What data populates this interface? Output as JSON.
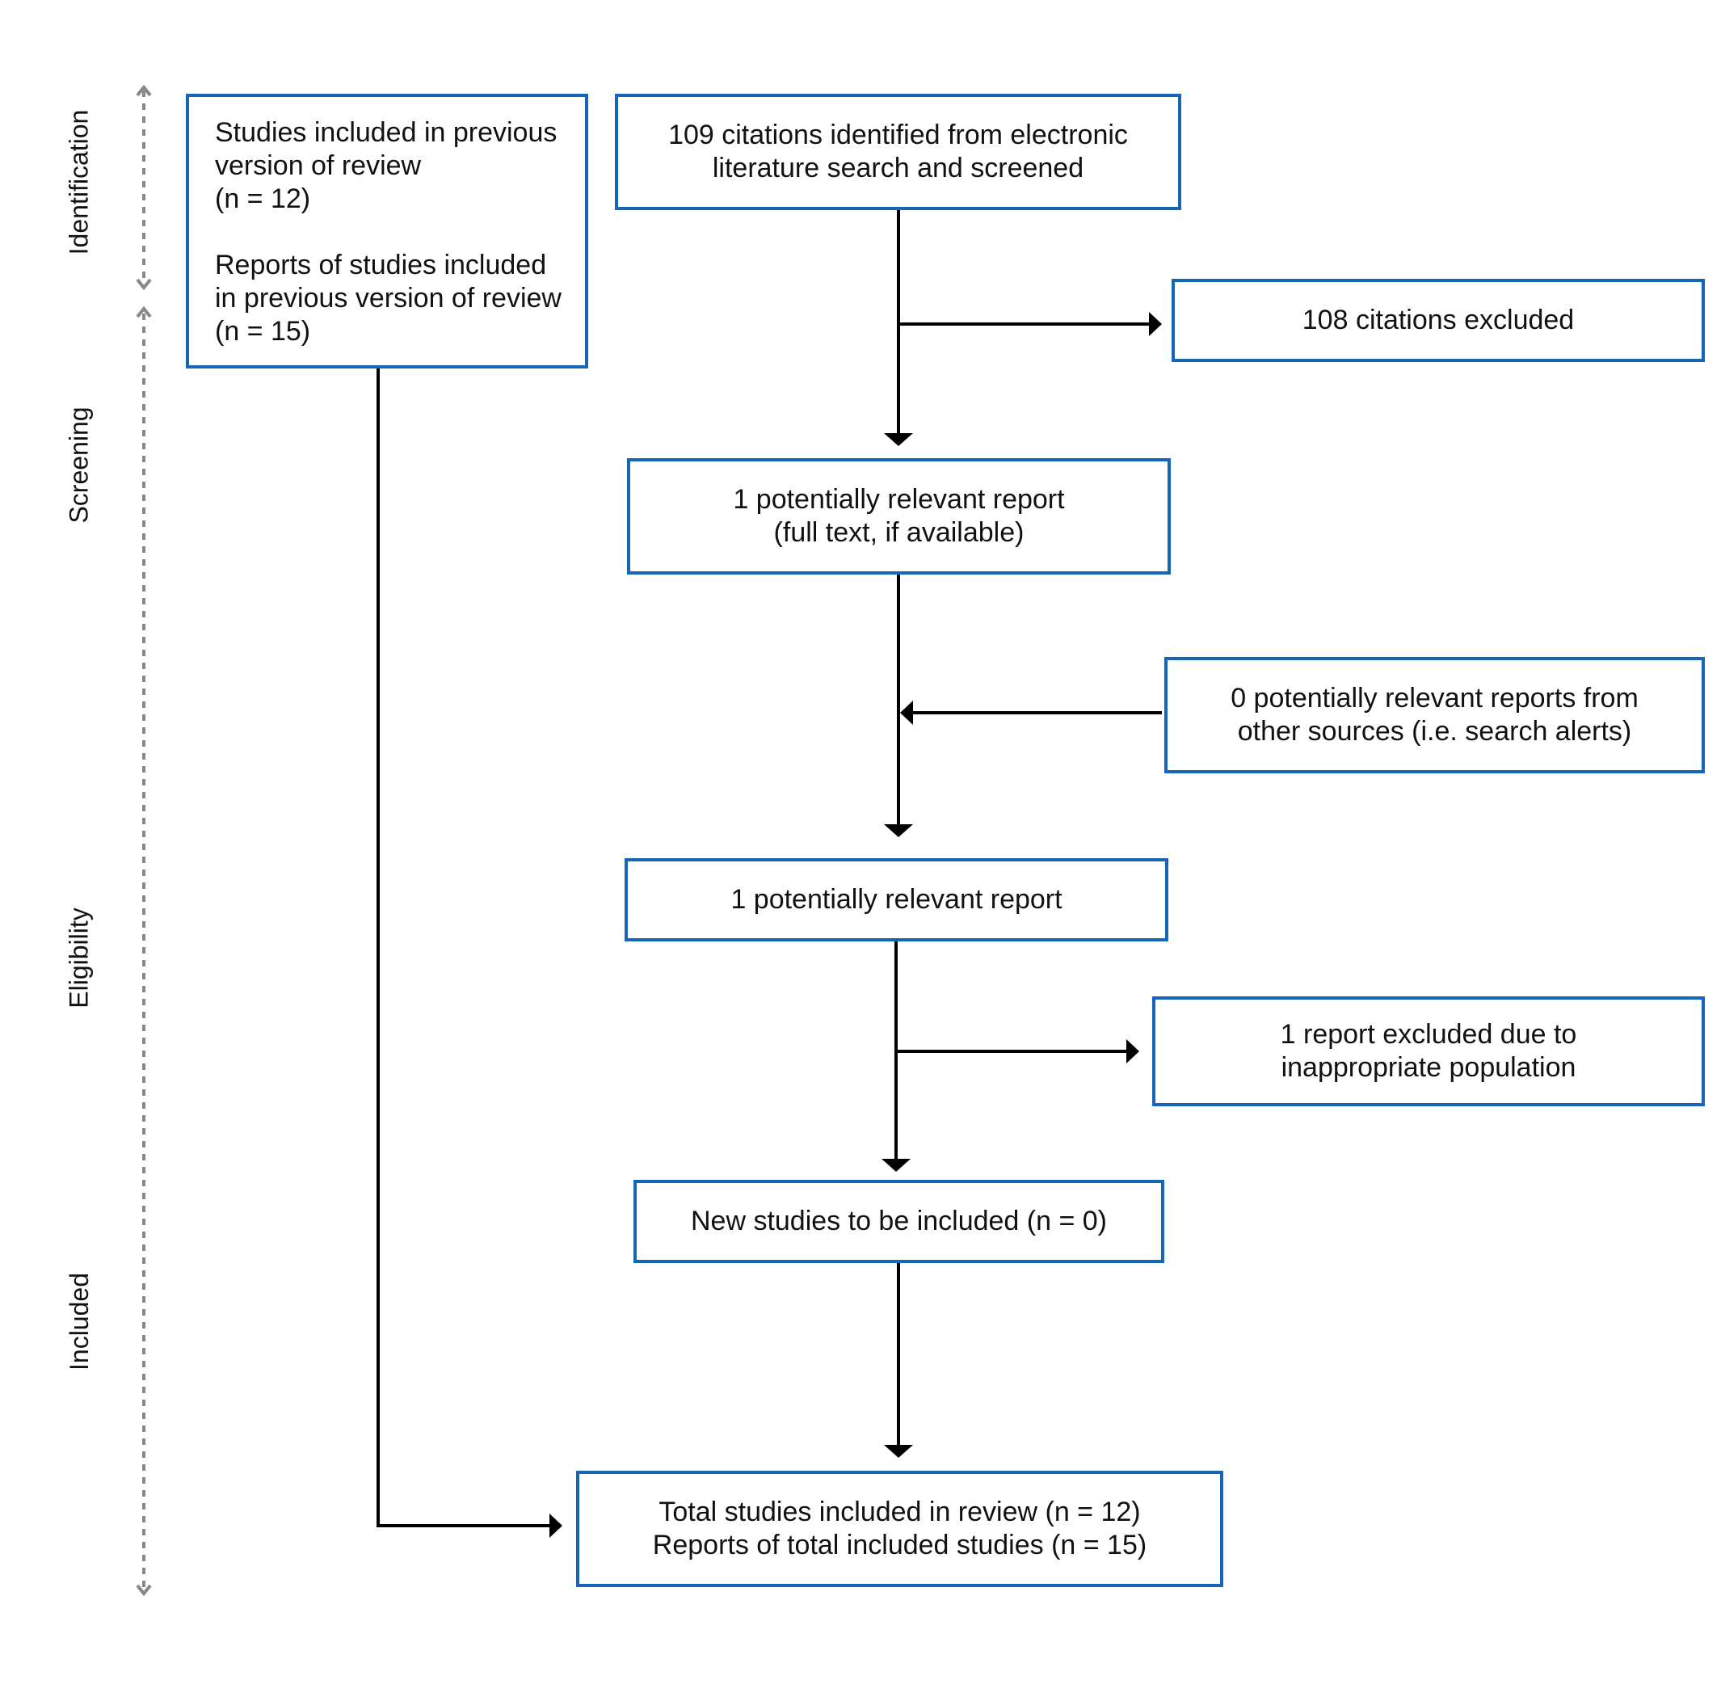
{
  "stages": [
    "Identification",
    "Screening",
    "Eligibility",
    "Included"
  ],
  "boxes": {
    "previous_review": {
      "lines_a": [
        "Studies included in previous",
        "version of review",
        "(n = 12)"
      ],
      "lines_b": [
        "Reports of studies included",
        "in previous version of review",
        "(n = 15)"
      ]
    },
    "citations_identified": [
      "109 citations identified from electronic",
      "literature search and screened"
    ],
    "citations_excluded": [
      "108 citations excluded"
    ],
    "potentially_relevant_fulltext": [
      "1 potentially relevant report",
      "(full text, if available)"
    ],
    "other_sources": [
      "0 potentially relevant reports from",
      "other sources (i.e. search alerts)"
    ],
    "potentially_relevant": [
      "1 potentially relevant report"
    ],
    "report_excluded": [
      "1 report excluded due to",
      "inappropriate population"
    ],
    "new_studies": [
      "New studies to be included (n = 0)"
    ],
    "total_included": [
      "Total studies included in review (n = 12)",
      "Reports of total included studies (n = 15)"
    ]
  },
  "colors": {
    "box_border": "#1565b8",
    "arrow": "#000000",
    "stage_divider": "#888888"
  }
}
